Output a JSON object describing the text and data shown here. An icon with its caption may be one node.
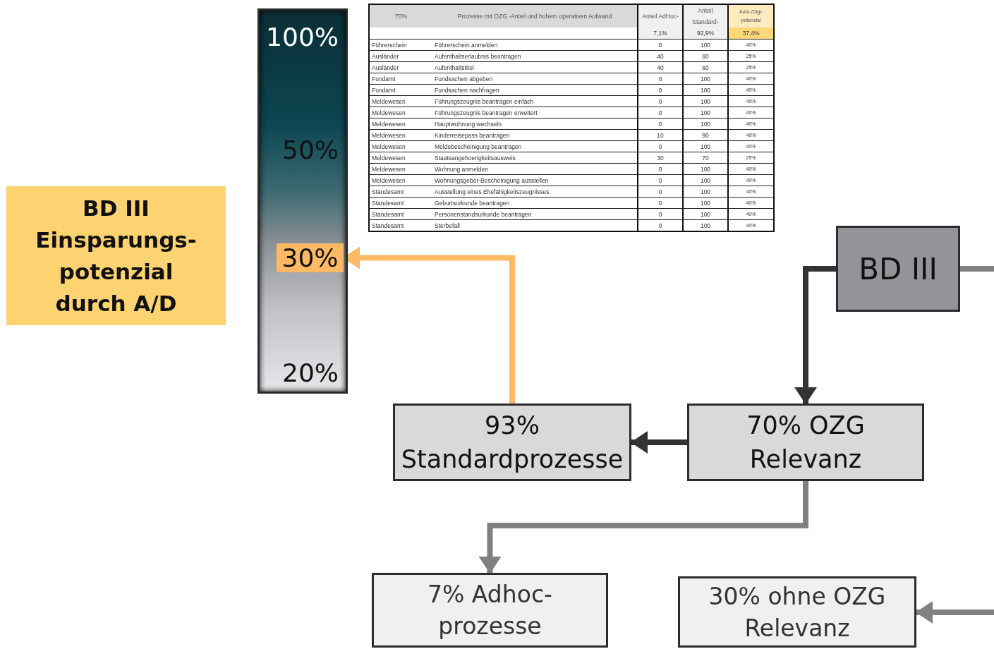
{
  "diagram": {
    "nodes": [
      {
        "text": [],
        "shape": "bar"
      },
      {
        "text": [
          "30%"
        ],
        "in": 0
      },
      {
        "text": [
          "BD III Einsparungs-potenzial durch A/D"
        ]
      },
      {
        "text": [
          "BD III"
        ]
      },
      {
        "text": [
          "93% Standardprozesse"
        ]
      },
      {
        "text": [
          "70% OZG Relevanz"
        ]
      },
      {
        "text": [
          "7% Adhoc-prozesse"
        ]
      },
      {
        "text": [
          "30% ohne OZG Relevanz"
        ]
      }
    ],
    "edges": [
      {
        "from": 3,
        "to": 5,
        "arrow": "to",
        "color": "#333333"
      },
      {
        "from": 3,
        "to": null,
        "arrow": "none"
      },
      {
        "from": 5,
        "to": 4,
        "arrow": "to",
        "color": "#333333"
      },
      {
        "from": 5,
        "to": 6,
        "arrow": "to"
      },
      {
        "from": null,
        "to": 7,
        "arrow": "to"
      },
      {
        "from": 4,
        "to": 1,
        "arrow": "to",
        "color": "#fbbb66"
      }
    ],
    "labels": [
      "100%",
      "50%",
      "20%",
      "70%",
      "Prozesse mit OZG -Anteil und hohem operativen Aufwand",
      "Anteil AdHoc-",
      "Anteil Standard-",
      "Auto-/Digi-potenzial",
      "7,1%",
      "92,9%",
      "37,4%",
      "Führerschein",
      "Führerschein anmelden",
      "0",
      "100",
      "40%",
      "Ausländer",
      "Aufenthaltserlaubnis beantragen",
      "40",
      "60",
      "25%",
      "Ausländer",
      "Aufenthaltstitel",
      "40",
      "60",
      "25%",
      "Fundamt",
      "Fundsachen abgeben",
      "0",
      "100",
      "40%",
      "Fundamt",
      "Fundsachen nachfragen",
      "0",
      "100",
      "40%",
      "Meldewesen",
      "Führungszeugnis beantragen einfach",
      "0",
      "100",
      "40%",
      "Meldewesen",
      "Führungszeugnis beantragen erweitert",
      "0",
      "100",
      "40%",
      "Meldewesen",
      "Hauptwohnung wechseln",
      "0",
      "100",
      "40%",
      "Meldewesen",
      "Kinderreisepass beantragen",
      "10",
      "90",
      "40%",
      "Meldewesen",
      "Meldebescheinigung beantragen",
      "0",
      "100",
      "40%",
      "Meldewesen",
      "Staatsangehoerigkeitsausweis",
      "30",
      "70",
      "25%",
      "Meldewesen",
      "Wohnung anmelden",
      "0",
      "100",
      "40%",
      "Meldewesen",
      "Wohnungsgeber-Bescheinigung ausstellen",
      "0",
      "100",
      "40%",
      "Standesamt",
      "Ausstellung eines Ehefähigkeitszeugnisses",
      "0",
      "100",
      "40%",
      "Standesamt",
      "Geburtsurkunde beantragen",
      "0",
      "100",
      "40%",
      "Standesamt",
      "Personenstandsurkunde beantragen",
      "0",
      "100",
      "40%",
      "Standesamt",
      "Sterbefall",
      "0",
      "100",
      "40%"
    ]
  }
}
